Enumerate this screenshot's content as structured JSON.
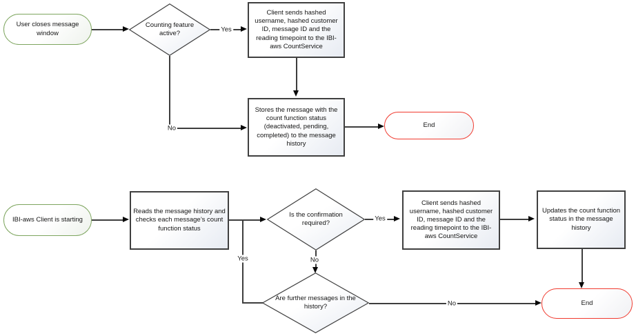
{
  "labels": {
    "yes": "Yes",
    "no": "No"
  },
  "flow_top": {
    "start": "User closes message window",
    "decision_counting": "Counting feature active?",
    "process_client_sends": "Client sends hashed username, hashed customer ID, message ID and the reading timepoint to the IBI-aws CountService",
    "process_stores": "Stores the message with the count function status (deactivated, pending, completed) to the message history",
    "end": "End"
  },
  "flow_bottom": {
    "start": "IBI-aws Client is starting",
    "process_reads": "Reads the message history and checks each message’s count function status",
    "decision_confirmation": "Is the confirmation required?",
    "process_client_sends": "Client sends hashed username, hashed customer ID, message ID and the reading timepoint to the IBI-aws CountService",
    "process_updates": "Updates the count function status in the message history",
    "decision_further": "Are further messages in the history?",
    "end": "End"
  },
  "colors": {
    "start_border": "#7da55e",
    "end_border": "#f0392e",
    "process_border": "#3f3f3f",
    "connector": "#3d3d3d",
    "background": "#ffffff"
  }
}
